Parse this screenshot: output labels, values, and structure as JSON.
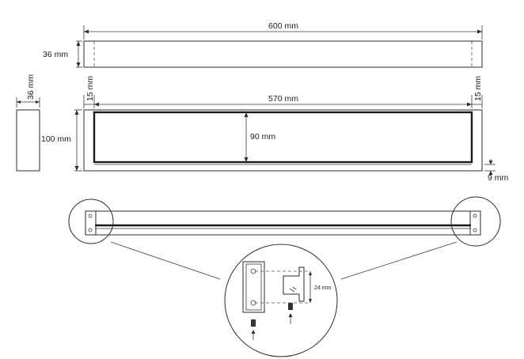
{
  "dimensions": {
    "overall_width": "600 mm",
    "top_height": "36 mm",
    "side_depth": "36 mm",
    "side_height": "100 mm",
    "left_margin": "15 mm",
    "inner_width": "570 mm",
    "right_margin": "15 mm",
    "inner_height": "90 mm",
    "bottom_offset": "9 mm",
    "mount_spacing": "24 mm"
  }
}
